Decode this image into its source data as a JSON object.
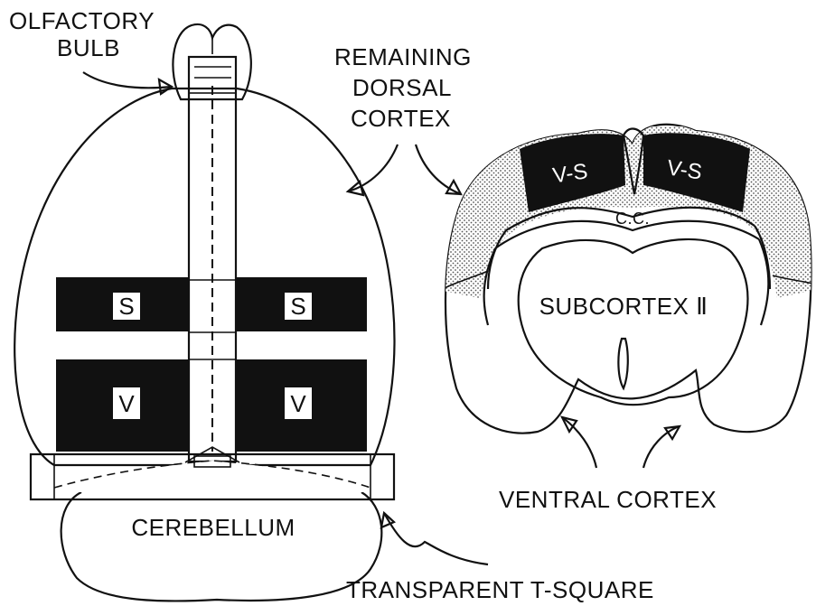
{
  "labels": {
    "olfactory_bulb_line1": "OLFACTORY",
    "olfactory_bulb_line2": "BULB",
    "remaining_dorsal_line1": "REMAINING",
    "remaining_dorsal_line2": "DORSAL",
    "remaining_dorsal_line3": "CORTEX",
    "cerebellum": "CEREBELLUM",
    "transparent_tsquare": "TRANSPARENT T-SQUARE",
    "ventral_cortex": "VENTRAL CORTEX",
    "subcortex": "SUBCORTEX Ⅱ",
    "corpus_callosum": "C.C."
  },
  "regions": {
    "somatosensory_left": "S",
    "somatosensory_right": "S",
    "visual_left": "V",
    "visual_right": "V",
    "vs_left": "V-S",
    "vs_right": "V-S"
  },
  "colors": {
    "ink": "#111111",
    "stipple": "#c9c9c9",
    "paper": "#ffffff"
  }
}
